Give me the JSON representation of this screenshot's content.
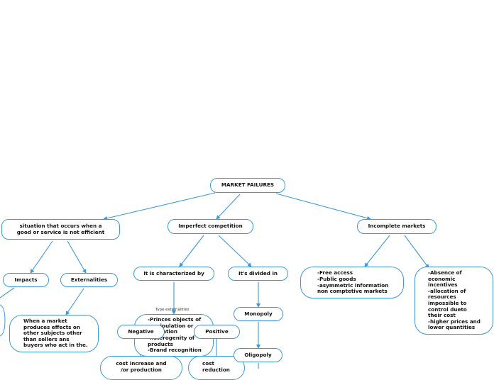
{
  "diagram": {
    "root": "MARKET FAILURES",
    "definition": "situation that occurs when a\ngood or service is not efficient",
    "imperfect_competition": "Imperfect competition",
    "incomplete_markets": "Incomplete markets",
    "impacts": "Impacts",
    "externalities": "Externalities",
    "externalities_def": "When a market\nproduces effects on\nother subjects other\nthan sellers ans\nbuyers who act in the.",
    "characterized_by": "It is characterized by",
    "divided_in": "It's divided in",
    "characteristics": "-Princes objects of\nmanipulation or\nregulation\n-heterogenity of\nproducts\n-Brand recognition",
    "type_externalities": "Type externalities",
    "negative": "Negative",
    "positive": "Positive",
    "negative_desc": "cost increase and\n/or production",
    "positive_desc": "cost\nreduction",
    "monopoly": "Monopoly",
    "oligopoly": "Oligopoly",
    "incomplete_list_1": "-Free access\n-Public goods\n-asymmetric information\nnon comptetive markets",
    "incomplete_list_2": "-Absence of\neconomic\nincentives\n-allocation of\nresources\nimpossible to\ncontrol dueto\ntheir cost\n-higher prices and\nlower quantities"
  },
  "colors": {
    "line": "#3d9ad8",
    "border": "#3d9ad8",
    "text": "#111111"
  }
}
